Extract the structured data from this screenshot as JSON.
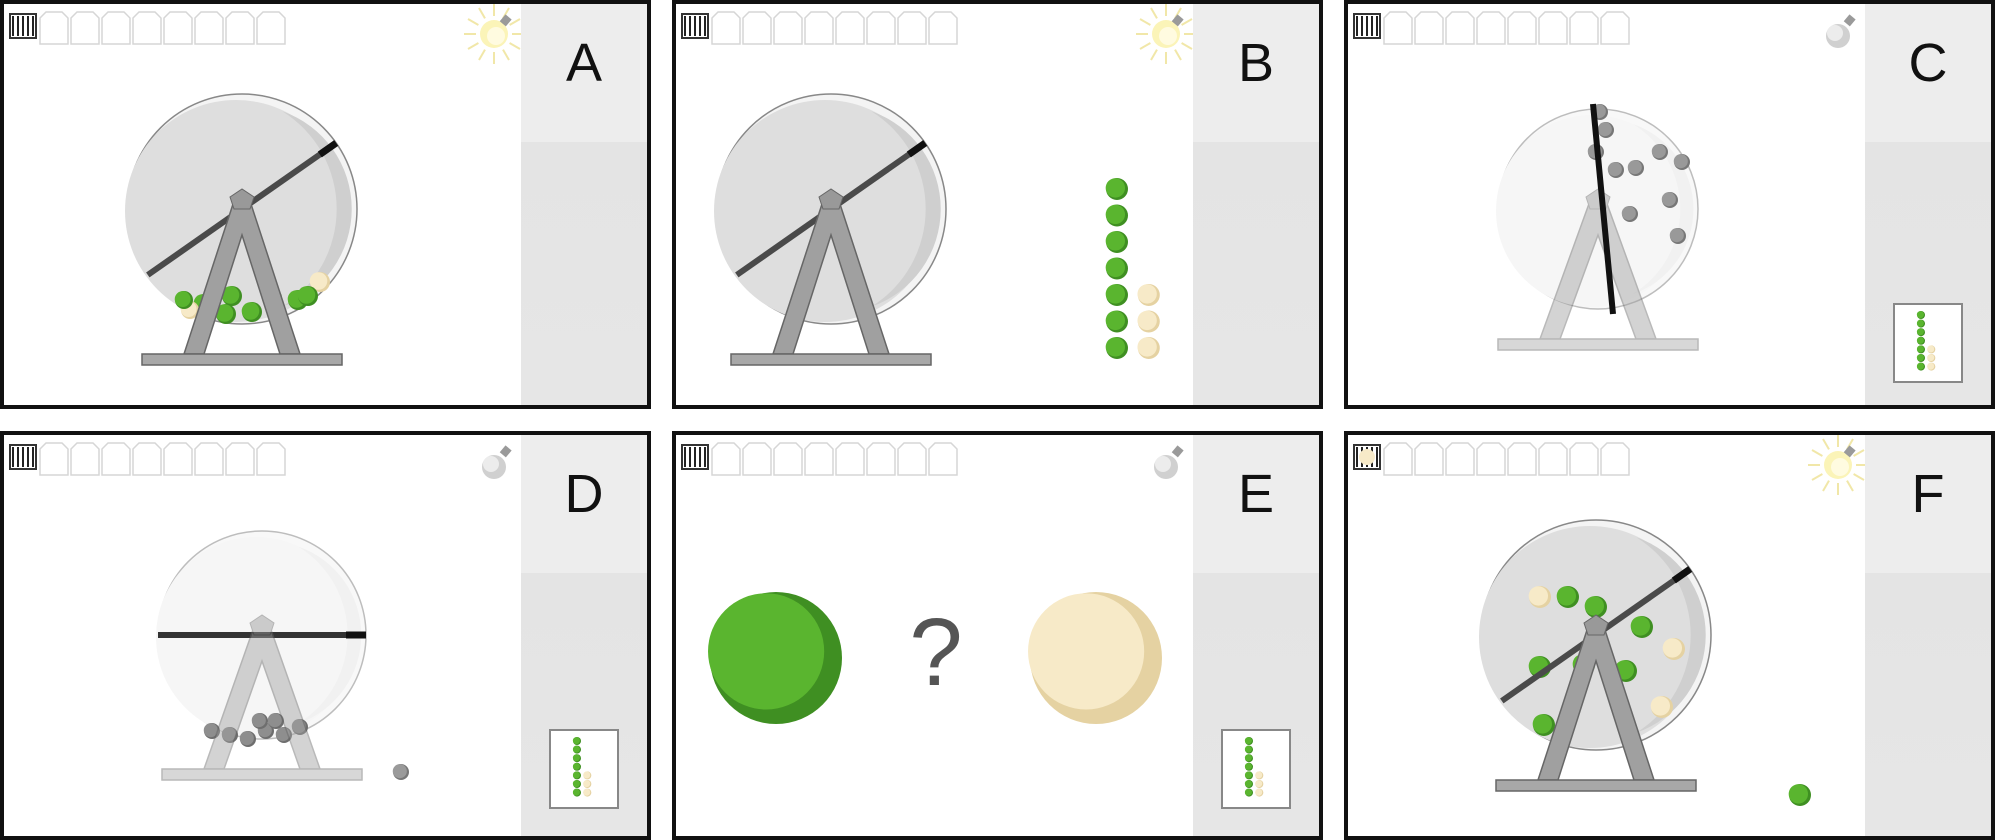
{
  "panels": [
    {
      "id": "A",
      "label": "A",
      "lightbulb": "lit",
      "state": "machine-full",
      "has_card": false
    },
    {
      "id": "B",
      "label": "B",
      "lightbulb": "lit",
      "state": "machine-empty-with-stacks",
      "has_card": false
    },
    {
      "id": "C",
      "label": "C",
      "lightbulb": "unlit",
      "state": "machine-greyed-balls",
      "has_card": true
    },
    {
      "id": "D",
      "label": "D",
      "lightbulb": "unlit",
      "state": "machine-greyed-drawn-ball",
      "has_card": true
    },
    {
      "id": "E",
      "label": "E",
      "lightbulb": "unlit",
      "state": "choice-screen",
      "has_card": true,
      "question_mark": "?"
    },
    {
      "id": "F",
      "label": "F",
      "lightbulb": "lit",
      "state": "machine-mixed-drawn-green",
      "has_card": false
    }
  ],
  "stacks": {
    "green_count": 7,
    "cream_count": 3
  },
  "colors": {
    "green": "#5ab52f",
    "green_dark": "#3f8f22",
    "cream": "#f7eac8",
    "cream_dark": "#e5d2a2",
    "grey": "#8a8a8a",
    "frame": "#a0a0a0"
  },
  "icons": {
    "counter": "counter-icon",
    "slot": "slot-icon",
    "lightbulb": "lightbulb-icon"
  }
}
